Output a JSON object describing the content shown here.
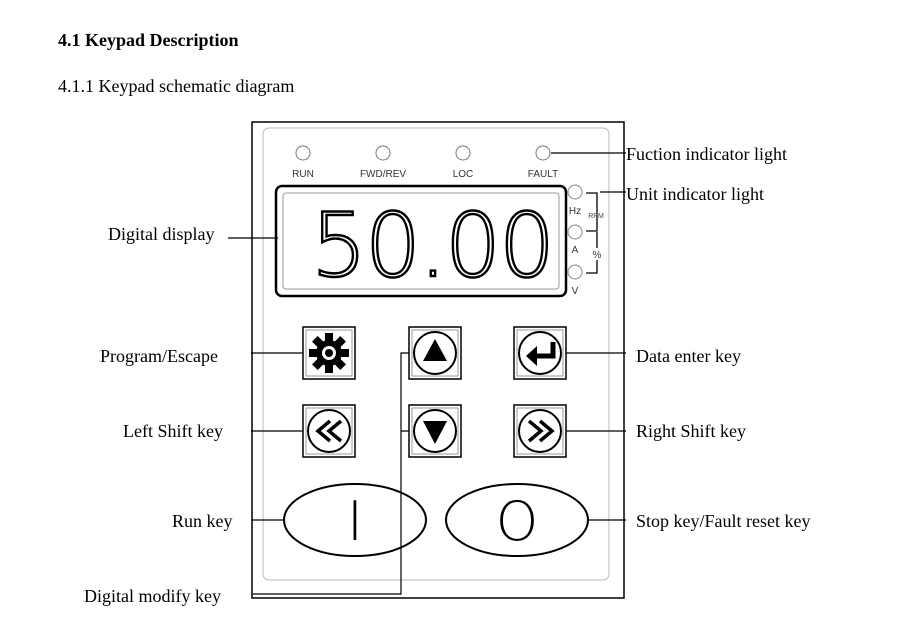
{
  "heading": "4.1 Keypad Description",
  "subheading": "4.1.1 Keypad schematic diagram",
  "display_value": "50.00",
  "indicators": [
    "RUN",
    "FWD/REV",
    "LOC",
    "FAULT"
  ],
  "units": {
    "hz": "Hz",
    "rpm": "RPM",
    "a": "A",
    "pct": "%",
    "v": "V"
  },
  "run_key_symbol": "I",
  "stop_key_symbol": "O",
  "labels": {
    "function_indicator": "Fuction indicator light",
    "unit_indicator": "Unit indicator light",
    "digital_display": "Digital display",
    "program_escape": "Program/Escape",
    "data_enter": "Data enter key",
    "left_shift": "Left Shift key",
    "right_shift": "Right Shift key",
    "run_key": "Run key",
    "stop_key": "Stop key/Fault reset key",
    "digital_modify": "Digital modify key"
  }
}
